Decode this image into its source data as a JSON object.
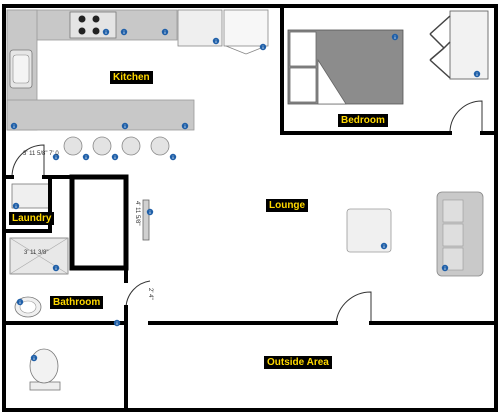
{
  "colors": {
    "wall": "#000000",
    "counter": "#c8c8c8",
    "counter_edge": "#999999",
    "fixture": "#d9d9d9",
    "label_bg": "#000000",
    "label_text": "#ffd800",
    "info_icon": "#1f5fa8"
  },
  "rooms": {
    "kitchen": "Kitchen",
    "bedroom": "Bedroom",
    "lounge": "Lounge",
    "laundry": "Laundry",
    "bathroom": "Bathroom",
    "outside": "Outside Area"
  },
  "dimensions": {
    "kitchen_stool_span": "3' 11 5/8\"  7' 0",
    "closet_height": "4' 11 5/8\"",
    "shower_width": "3' 11 3/8\"",
    "bathroom_door": "2' 4\""
  },
  "icons": {
    "info": "info-icon",
    "stove": "stove-icon",
    "sink": "sink-icon",
    "bed": "bed-icon",
    "desk": "desk-icon",
    "sofa": "sofa-icon",
    "coffee_table": "coffee-table-icon",
    "stool": "stool-icon",
    "shower": "shower-icon",
    "toilet": "toilet-icon",
    "washer": "washer-icon",
    "tv": "tv-icon"
  },
  "info_marker_glyph": "i"
}
